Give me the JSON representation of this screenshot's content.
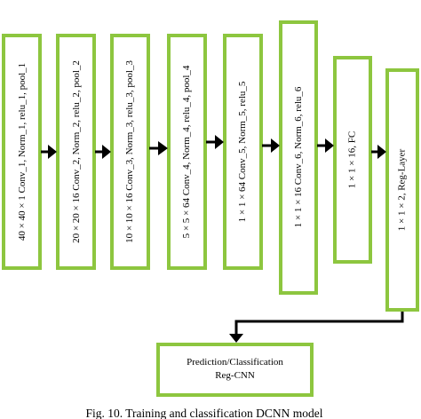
{
  "colors": {
    "block_border": "#8dc63f",
    "arrow": "#000000",
    "text": "#000000",
    "background": "#ffffff"
  },
  "layers": [
    {
      "id": "layer-1",
      "label": "40 × 40 × 1 Conv_1, Norm_1, relu_1, pool_1"
    },
    {
      "id": "layer-2",
      "label": "20 × 20 × 16 Conv_2, Norm_2, relu_2, pool_2"
    },
    {
      "id": "layer-3",
      "label": "10 × 10 × 16 Conv_3, Norm_3, relu_3, pool_3"
    },
    {
      "id": "layer-4",
      "label": "5 × 5 × 64 Conv_4, Norm_4, relu_4, pool_4"
    },
    {
      "id": "layer-5",
      "label": "1 × 1 × 64 Conv_5, Norm_5, relu_5"
    },
    {
      "id": "layer-6",
      "label": "1 × 1 × 16 Conv_6, Norm_6, relu_6"
    },
    {
      "id": "layer-7",
      "label": "1 × 1 × 16, FC"
    },
    {
      "id": "layer-8",
      "label": "1 × 1 × 2, Reg-Layer"
    }
  ],
  "output": {
    "line1": "Prediction/Classification",
    "line2": "Reg-CNN"
  },
  "caption": "Fig. 10. Training and classification DCNN model"
}
